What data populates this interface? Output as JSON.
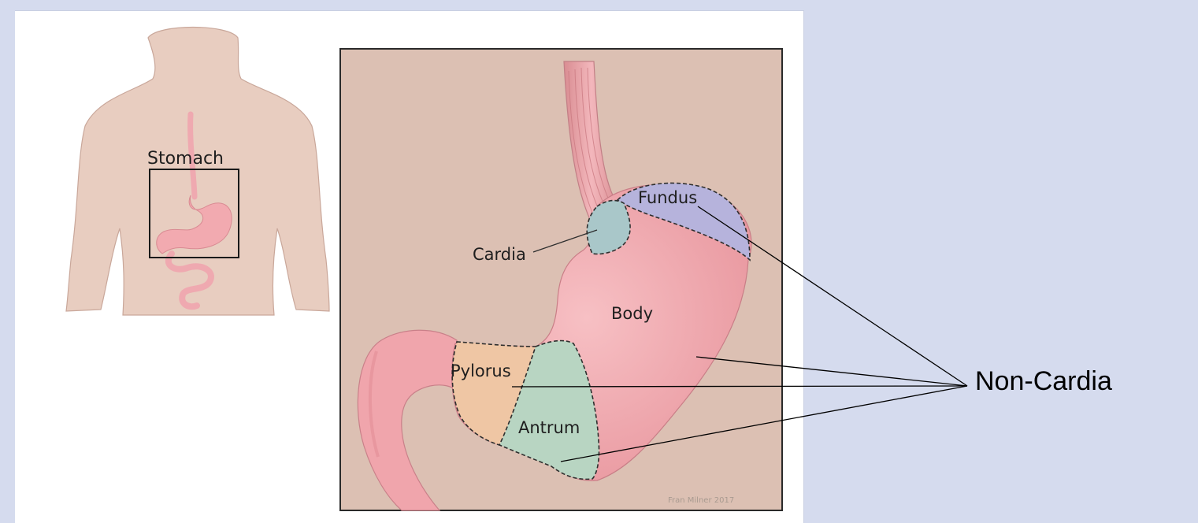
{
  "diagram": {
    "body_figure_label": "Stomach",
    "regions": {
      "fundus": "Fundus",
      "cardia": "Cardia",
      "body": "Body",
      "pylorus": "Pylorus",
      "antrum": "Antrum"
    },
    "credit": "Fran Milner 2017",
    "callout": "Non-Cardia"
  },
  "colors": {
    "slide_background": "#d5dbee",
    "skin": "#e8cdc0",
    "detail_background": "#dcc0b3",
    "stomach_pink": "#f1a6ad",
    "fundus_blue": "#b6b3dc",
    "cardia_teal": "#a9c7c9",
    "pylorus_tan": "#efc6a4",
    "antrum_green": "#b8d5c2"
  }
}
